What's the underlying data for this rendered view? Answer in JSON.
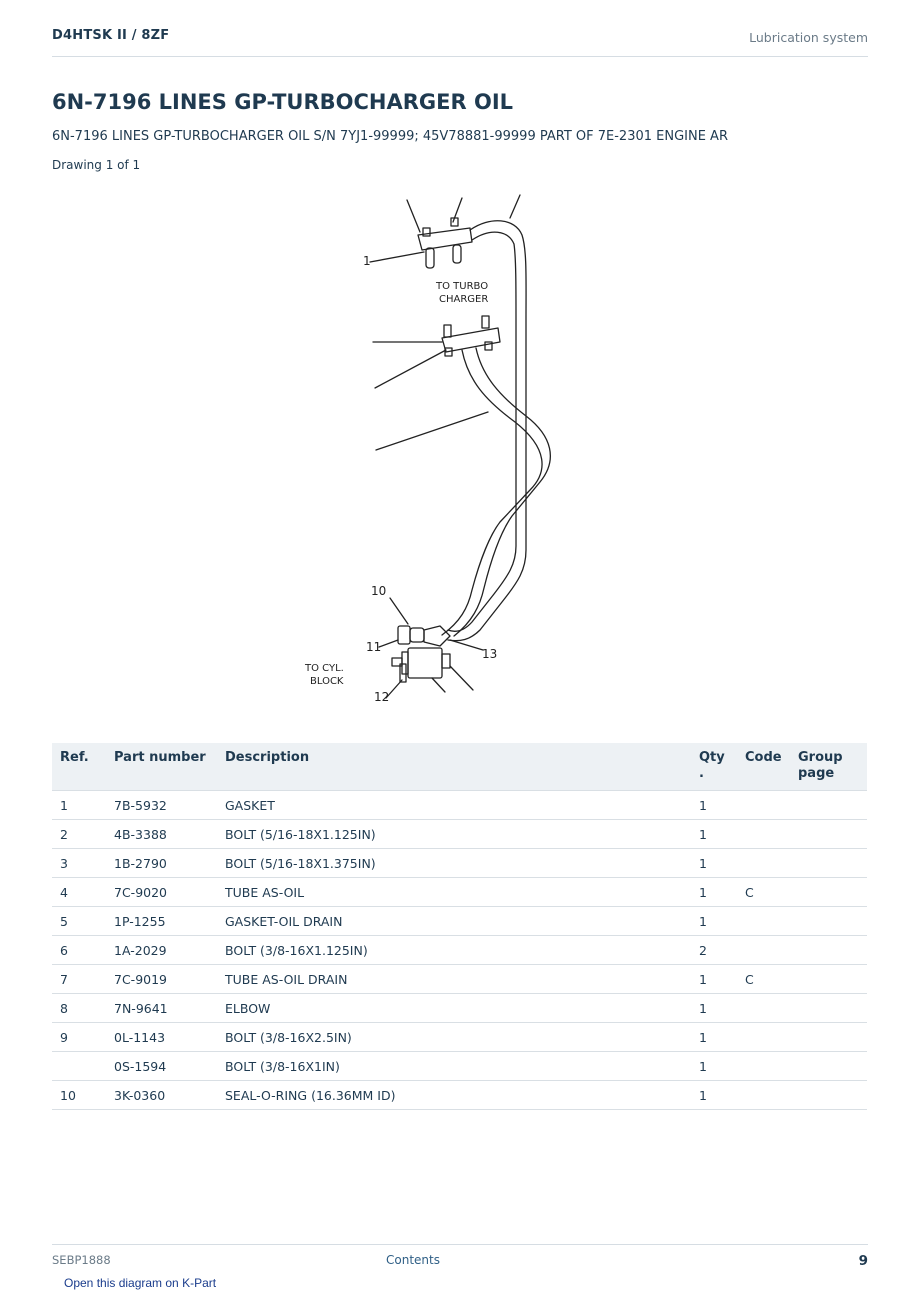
{
  "header": {
    "model": "D4HTSK II  /  8ZF",
    "section": "Lubrication system"
  },
  "title": "6N-7196 LINES GP-TURBOCHARGER OIL",
  "subtitle": "6N-7196 LINES GP-TURBOCHARGER OIL S/N 7YJ1-99999; 45V78881-99999 PART OF 7E-2301 ENGINE AR",
  "drawing_count": "Drawing 1 of 1",
  "diagram": {
    "label_turbo_1": "TO TURBO",
    "label_turbo_2": "CHARGER",
    "label_block_1": "TO CYL.",
    "label_block_2": "BLOCK",
    "callout_1": "1",
    "callout_10": "10",
    "callout_11": "11",
    "callout_12": "12",
    "callout_13": "13"
  },
  "table": {
    "headers": {
      "ref": "Ref.",
      "part_number": "Part number",
      "description": "Description",
      "qty_1": "Qty",
      "qty_2": ".",
      "code": "Code",
      "group_page_1": "Group",
      "group_page_2": "page"
    },
    "rows": [
      {
        "ref": "1",
        "part_number": "7B-5932",
        "description": "GASKET",
        "qty": "1",
        "code": "",
        "group_page": ""
      },
      {
        "ref": "2",
        "part_number": "4B-3388",
        "description": "BOLT (5/16-18X1.125IN)",
        "qty": "1",
        "code": "",
        "group_page": ""
      },
      {
        "ref": "3",
        "part_number": "1B-2790",
        "description": "BOLT (5/16-18X1.375IN)",
        "qty": "1",
        "code": "",
        "group_page": ""
      },
      {
        "ref": "4",
        "part_number": "7C-9020",
        "description": "TUBE AS-OIL",
        "qty": "1",
        "code": "C",
        "group_page": ""
      },
      {
        "ref": "5",
        "part_number": "1P-1255",
        "description": "GASKET-OIL DRAIN",
        "qty": "1",
        "code": "",
        "group_page": ""
      },
      {
        "ref": "6",
        "part_number": "1A-2029",
        "description": "BOLT (3/8-16X1.125IN)",
        "qty": "2",
        "code": "",
        "group_page": ""
      },
      {
        "ref": "7",
        "part_number": "7C-9019",
        "description": "TUBE AS-OIL DRAIN",
        "qty": "1",
        "code": "C",
        "group_page": ""
      },
      {
        "ref": "8",
        "part_number": "7N-9641",
        "description": "ELBOW",
        "qty": "1",
        "code": "",
        "group_page": ""
      },
      {
        "ref": "9",
        "part_number": "0L-1143",
        "description": "BOLT (3/8-16X2.5IN)",
        "qty": "1",
        "code": "",
        "group_page": ""
      },
      {
        "ref": "",
        "part_number": "0S-1594",
        "description": "BOLT (3/8-16X1IN)",
        "qty": "1",
        "code": "",
        "group_page": ""
      },
      {
        "ref": "10",
        "part_number": "3K-0360",
        "description": "SEAL-O-RING (16.36MM ID)",
        "qty": "1",
        "code": "",
        "group_page": ""
      }
    ]
  },
  "footer": {
    "doc_id": "SEBP1888",
    "contents_link": "Contents",
    "page_number": "9",
    "kpart_link": "Open this diagram on K-Part"
  }
}
